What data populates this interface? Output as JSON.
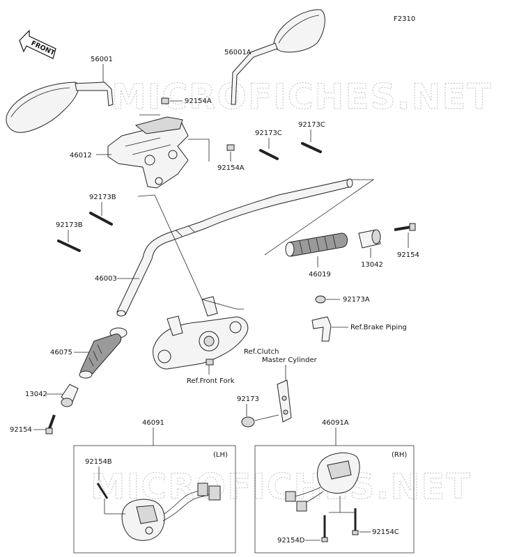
{
  "figure_code": "F2310",
  "front_label": "FRONT",
  "watermark": "MICROFICHES.NET",
  "part_labels": {
    "p56001": "56001",
    "p56001A": "56001A",
    "p92154A_top": "92154A",
    "p92154A_mid": "92154A",
    "p46012": "46012",
    "p92173C_left": "92173C",
    "p92173C_right": "92173C",
    "p92173B_top": "92173B",
    "p92173B_left": "92173B",
    "p46003": "46003",
    "p46019": "46019",
    "p13042_right": "13042",
    "p92154_right": "92154",
    "p92173A": "92173A",
    "ref_brake_piping": "Ref.Brake Piping",
    "ref_clutch_line1": "Ref.Clutch",
    "ref_clutch_line2": "Master Cylinder",
    "ref_front_fork": "Ref.Front Fork",
    "p46075": "46075",
    "p13042_left": "13042",
    "p92154_left": "92154",
    "p92173": "92173",
    "p46091": "46091",
    "p46091A": "46091A",
    "lh_tag": "(LH)",
    "rh_tag": "(RH)",
    "p92154B": "92154B",
    "p92154D": "92154D",
    "p92154C": "92154C"
  }
}
